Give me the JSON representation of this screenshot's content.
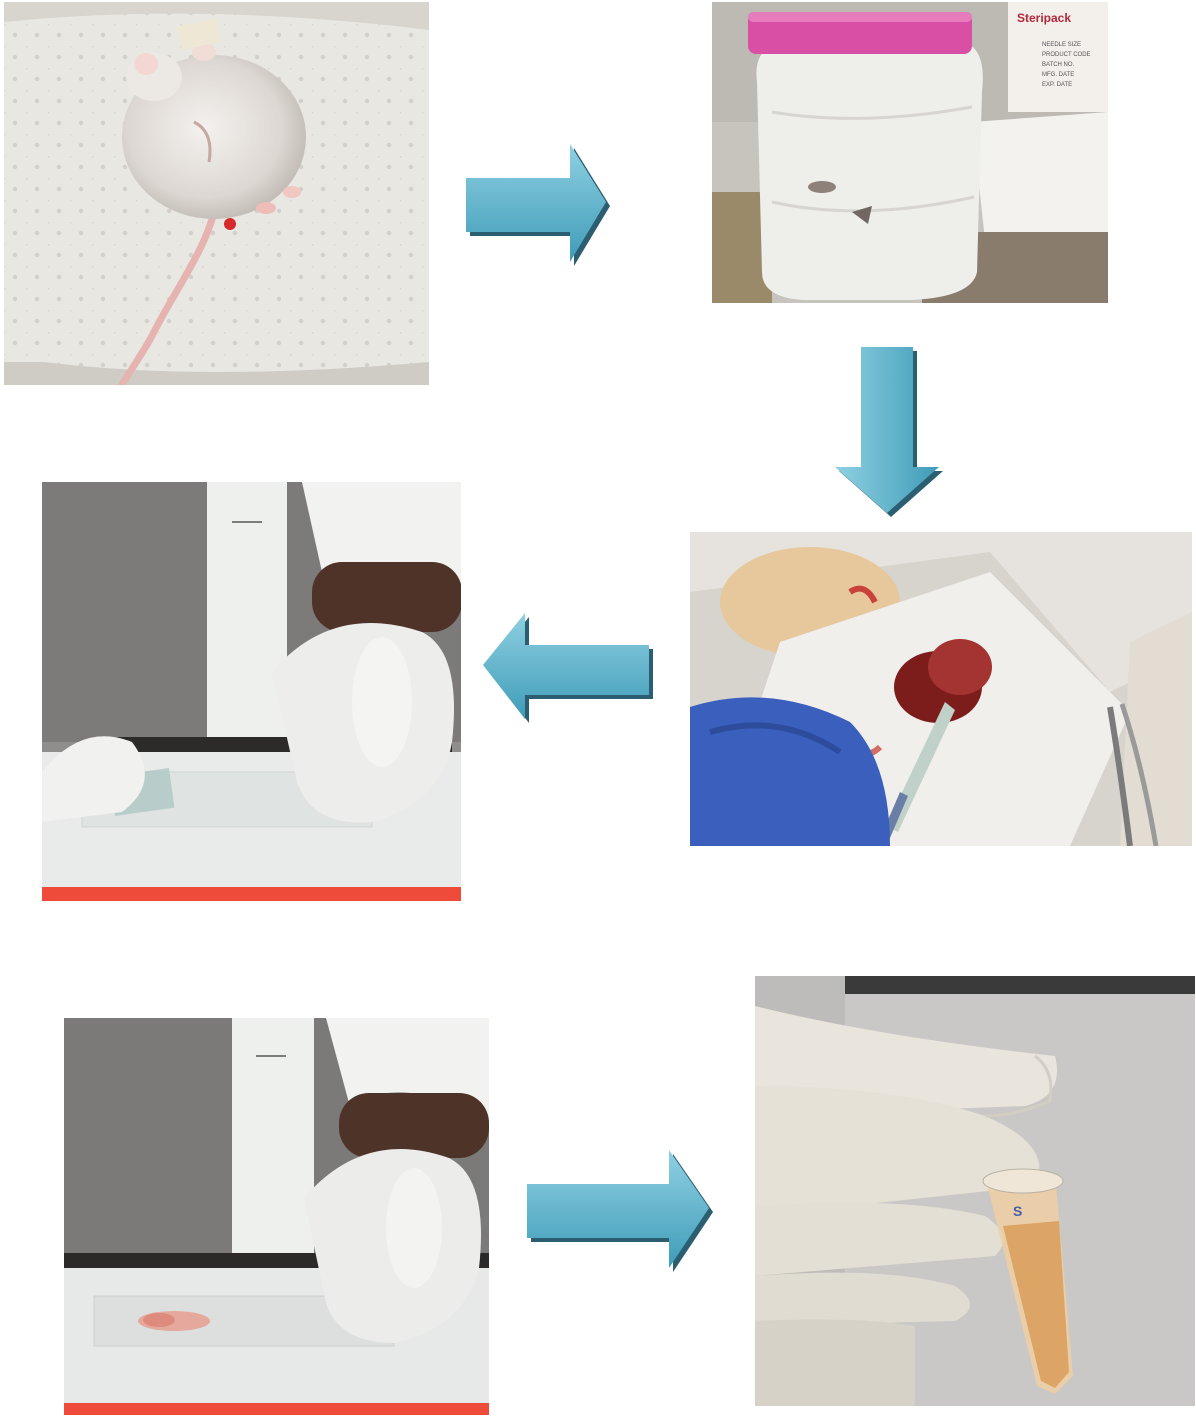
{
  "figure": {
    "background": "#ffffff",
    "arrow_color": "#5ab4cc",
    "arrow_shadow": "#2a6f86",
    "steps": [
      {
        "id": "mouse",
        "subject": "mouse on paper towel"
      },
      {
        "id": "jar",
        "subject": "anesthesia jar"
      },
      {
        "id": "syringe",
        "subject": "cardiac puncture with syringe"
      },
      {
        "id": "smear",
        "subject": "blood smear on glass slide"
      },
      {
        "id": "slide",
        "subject": "prepared slide with smear"
      },
      {
        "id": "tube",
        "subject": "microcentrifuge tube with serum"
      }
    ],
    "box_brand": "Steripack",
    "box_lines": [
      "NEEDLE SIZE",
      "PRODUCT CODE",
      "BATCH NO.",
      "MFG. DATE",
      "EXP. DATE"
    ],
    "tube_mark": "S"
  }
}
